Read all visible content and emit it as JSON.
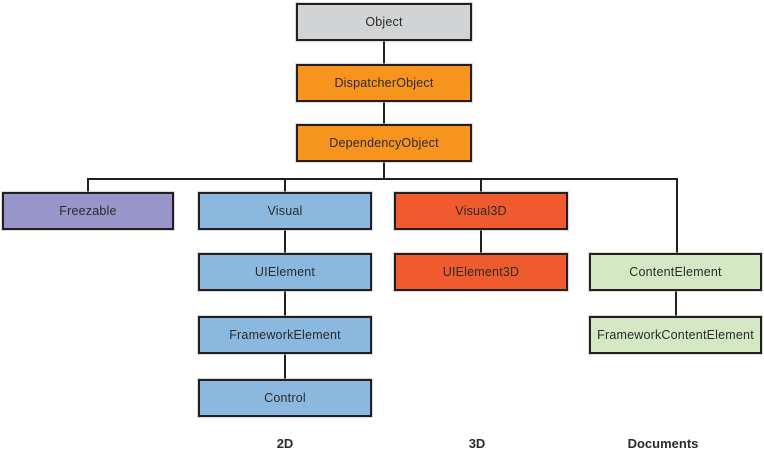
{
  "colors": {
    "background": "#FFFFFF",
    "line": "#231F20",
    "text": "#2B2B2B",
    "gray": "#D1D3D4",
    "orange": "#F7941E",
    "purple": "#9795CA",
    "blue": "#8BB8DF",
    "red_orange": "#EF5B2E",
    "green": "#D5E8C4"
  },
  "nodes": {
    "object": {
      "label": "Object",
      "fill": "#D1D3D4"
    },
    "dispatcher_object": {
      "label": "DispatcherObject",
      "fill": "#F7941E"
    },
    "dependency_object": {
      "label": "DependencyObject",
      "fill": "#F7941E"
    },
    "freezable": {
      "label": "Freezable",
      "fill": "#9795CA"
    },
    "visual": {
      "label": "Visual",
      "fill": "#8BB8DF"
    },
    "uielement": {
      "label": "UIElement",
      "fill": "#8BB8DF"
    },
    "framework_element": {
      "label": "FrameworkElement",
      "fill": "#8BB8DF"
    },
    "control": {
      "label": "Control",
      "fill": "#8BB8DF"
    },
    "visual3d": {
      "label": "Visual3D",
      "fill": "#EF5B2E"
    },
    "uielement3d": {
      "label": "UIElement3D",
      "fill": "#EF5B2E"
    },
    "content_element": {
      "label": "ContentElement",
      "fill": "#D5E8C4"
    },
    "framework_content_element": {
      "label": "FrameworkContentElement",
      "fill": "#D5E8C4"
    }
  },
  "category_labels": {
    "two_d": "2D",
    "three_d": "3D",
    "documents": "Documents"
  }
}
